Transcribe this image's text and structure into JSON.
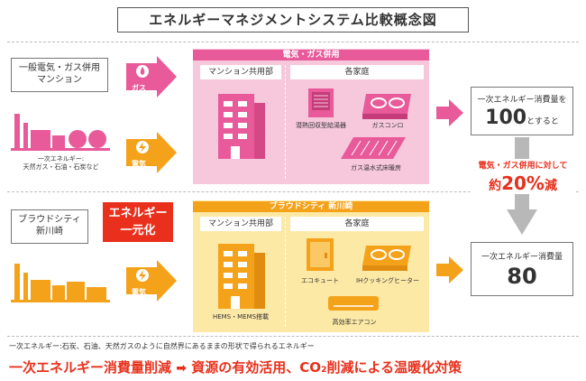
{
  "title": "エネルギーマネジメントシステム比較概念図",
  "top_row": {
    "source_label_line1": "一般電気・ガス併用",
    "source_label_line2": "マンション",
    "plant_caption_line1": "一次エネルギー:",
    "plant_caption_line2": "天然ガス・石油・石炭など",
    "gas_label": "ガス",
    "elec_label": "電気",
    "section_title": "電気・ガス併用",
    "common_label": "マンション共用部",
    "home_label": "各家庭",
    "items": [
      "潜熱回収型給湯器",
      "ガスコンロ",
      "ガス温水式床暖房"
    ]
  },
  "bottom_row": {
    "source_label_line1": "ブラウドシティ",
    "source_label_line2": "新川崎",
    "unify_line1": "エネルギー",
    "unify_line2": "一元化",
    "elec_label": "電気",
    "section_title": "ブラウドシティ 新川崎",
    "common_label": "マンション共用部",
    "home_label": "各家庭",
    "building_caption": "HEMS・MEMS搭載",
    "items": [
      "エコキュート",
      "IHクッキングヒーター",
      "高効率エアコン"
    ]
  },
  "energy_top": {
    "label": "一次エネルギー消費量を",
    "value": "100",
    "suffix": "とすると"
  },
  "reduction": {
    "line1": "電気・ガス併用に対して",
    "prefix": "約",
    "value": "20%",
    "suffix": "減"
  },
  "energy_bottom": {
    "label": "一次エネルギー消費量",
    "value": "80"
  },
  "footnote": "一次エネルギー:石炭、石油、天然ガスのように自然界にあるままの形状で得られるエネルギー",
  "slogan_left": "一次エネルギー消費量削減",
  "slogan_right": "資源の有効活用、CO₂削減による温暖化対策",
  "colors": {
    "pink": "#e85a9a",
    "pink_light": "#f7c7dc",
    "orange": "#f5a21b",
    "yellow_light": "#fde9a6",
    "red": "#e8301c",
    "gray_arrow": "#b8b8b8"
  }
}
